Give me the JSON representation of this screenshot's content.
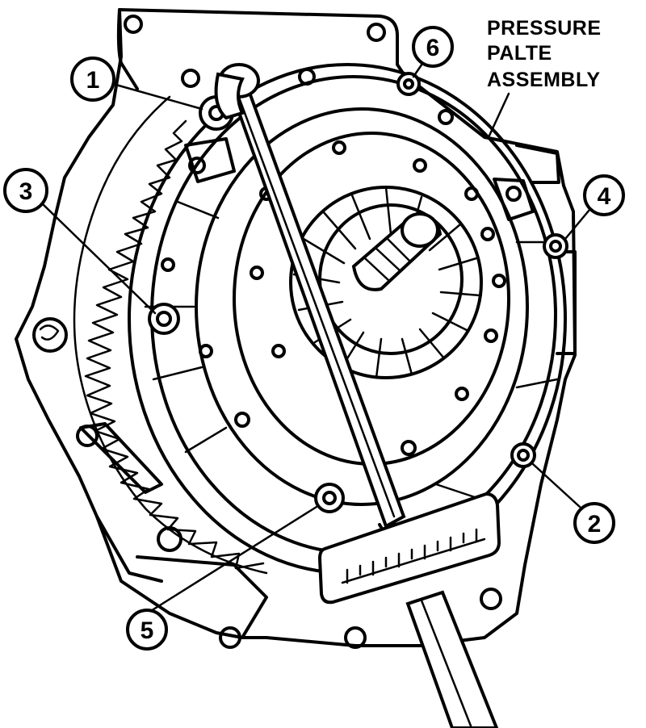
{
  "label": {
    "line1": "PRESSURE",
    "line2": "PALTE",
    "line3": "ASSEMBLY"
  },
  "callouts": [
    {
      "num": "1"
    },
    {
      "num": "2"
    },
    {
      "num": "3"
    },
    {
      "num": "4"
    },
    {
      "num": "5"
    },
    {
      "num": "6"
    }
  ]
}
